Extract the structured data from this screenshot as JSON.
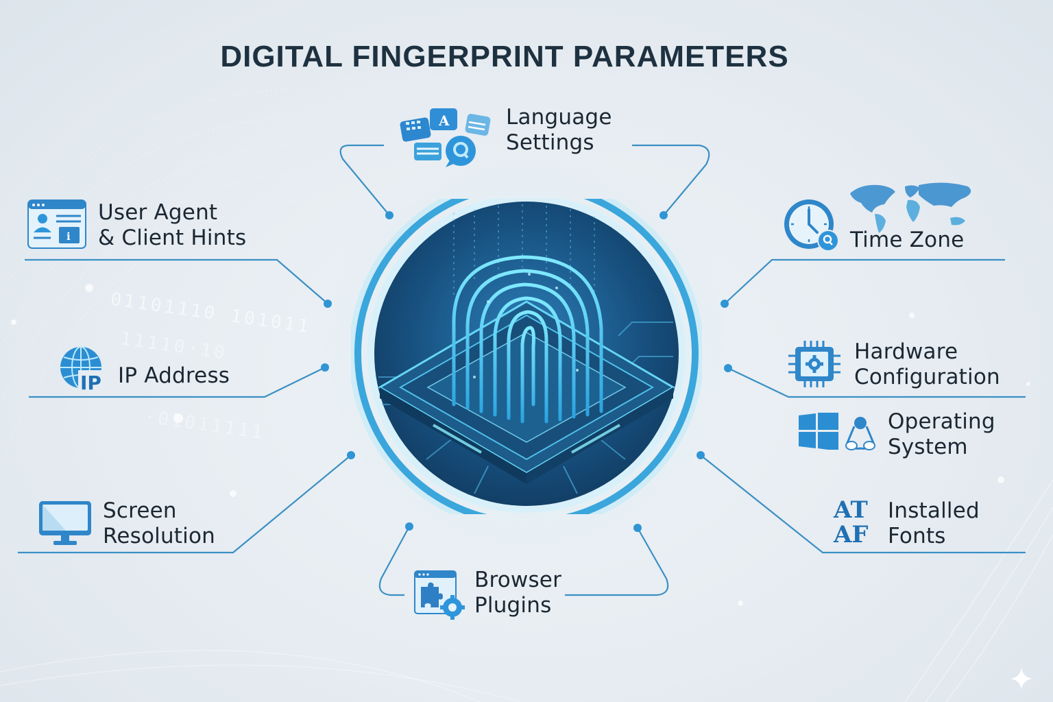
{
  "title": "DIGITAL FINGERPRINT PARAMETERS",
  "colors": {
    "accent": "#2f8fd0",
    "accent_light": "#3ec6e8",
    "ring": "#3aa6dc",
    "text_dark": "#1b2733",
    "background": "#e6ecf1",
    "center_dark": "#123f66"
  },
  "center": {
    "icon": "fingerprint-on-chip-icon"
  },
  "parameters": [
    {
      "id": "language",
      "line1": "Language",
      "line2": "Settings",
      "icon": "language-speech-bubbles-icon",
      "position": "top"
    },
    {
      "id": "user-agent",
      "line1": "User Agent",
      "line2": "& Client Hints",
      "icon": "browser-profile-info-icon",
      "position": "left-upper"
    },
    {
      "id": "ip",
      "line1": "IP Address",
      "line2": "",
      "icon": "globe-ip-icon",
      "position": "left-middle"
    },
    {
      "id": "screen",
      "line1": "Screen",
      "line2": "Resolution",
      "icon": "monitor-icon",
      "position": "left-lower"
    },
    {
      "id": "plugins",
      "line1": "Browser",
      "line2": "Plugins",
      "icon": "browser-puzzle-gear-icon",
      "position": "bottom"
    },
    {
      "id": "timezone",
      "line1": "Time Zone",
      "line2": "",
      "icon": "clock-world-map-icon",
      "position": "right-upper"
    },
    {
      "id": "hardware",
      "line1": "Hardware",
      "line2": "Configuration",
      "icon": "cpu-gear-icon",
      "position": "right-middle"
    },
    {
      "id": "os",
      "line1": "Operating",
      "line2": "System",
      "icon": "windows-linux-icon",
      "position": "right-middle-lower"
    },
    {
      "id": "fonts",
      "line1": "Installed",
      "line2": "Fonts",
      "icon": "font-glyphs-icon",
      "position": "right-lower"
    }
  ],
  "font_icon_glyphs": {
    "top": "AT",
    "bottom": "AF"
  },
  "ip_badge": "IP",
  "background_binary": [
    "01101110  101011",
    "11110·10",
    "·01011111"
  ]
}
